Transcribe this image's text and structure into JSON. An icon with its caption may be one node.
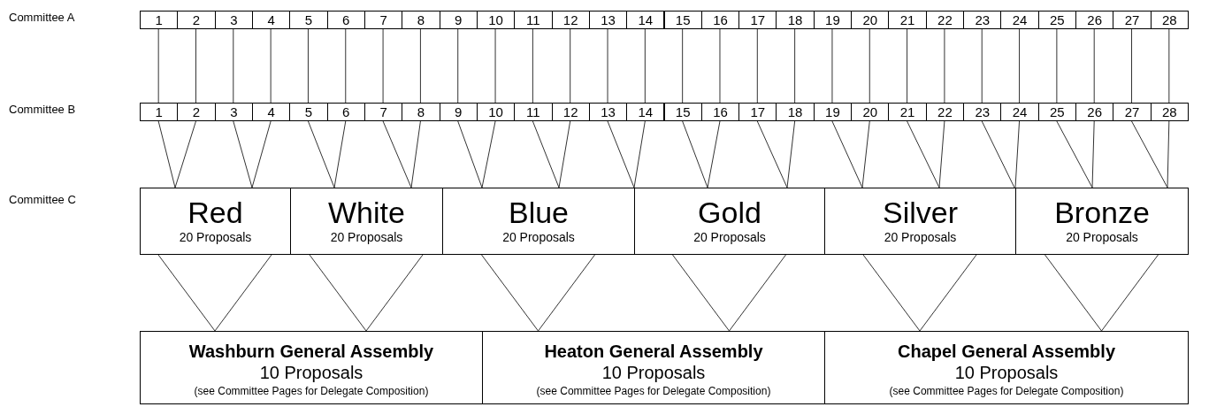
{
  "diagram": {
    "nodes": [
      {
        "text": [
          "1"
        ]
      },
      {
        "text": [
          "2"
        ]
      },
      {
        "text": [
          "3"
        ]
      },
      {
        "text": [
          "4"
        ]
      },
      {
        "text": [
          "5"
        ]
      },
      {
        "text": [
          "6"
        ]
      },
      {
        "text": [
          "7"
        ]
      },
      {
        "text": [
          "8"
        ]
      },
      {
        "text": [
          "9"
        ]
      },
      {
        "text": [
          "10"
        ]
      },
      {
        "text": [
          "11"
        ]
      },
      {
        "text": [
          "12"
        ]
      },
      {
        "text": [
          "13"
        ]
      },
      {
        "text": [
          "14"
        ]
      },
      {
        "text": [
          "15"
        ]
      },
      {
        "text": [
          "16"
        ]
      },
      {
        "text": [
          "17"
        ]
      },
      {
        "text": [
          "18"
        ]
      },
      {
        "text": [
          "19"
        ]
      },
      {
        "text": [
          "20"
        ]
      },
      {
        "text": [
          "21"
        ]
      },
      {
        "text": [
          "22"
        ]
      },
      {
        "text": [
          "23"
        ]
      },
      {
        "text": [
          "24"
        ]
      },
      {
        "text": [
          "25"
        ]
      },
      {
        "text": [
          "26"
        ]
      },
      {
        "text": [
          "27"
        ]
      },
      {
        "text": [
          "28"
        ]
      },
      {
        "text": [
          "1"
        ]
      },
      {
        "text": [
          "2"
        ]
      },
      {
        "text": [
          "3"
        ]
      },
      {
        "text": [
          "4"
        ]
      },
      {
        "text": [
          "5"
        ]
      },
      {
        "text": [
          "6"
        ]
      },
      {
        "text": [
          "7"
        ]
      },
      {
        "text": [
          "8"
        ]
      },
      {
        "text": [
          "9"
        ]
      },
      {
        "text": [
          "10"
        ]
      },
      {
        "text": [
          "11"
        ]
      },
      {
        "text": [
          "12"
        ]
      },
      {
        "text": [
          "13"
        ]
      },
      {
        "text": [
          "14"
        ]
      },
      {
        "text": [
          "15"
        ]
      },
      {
        "text": [
          "16"
        ]
      },
      {
        "text": [
          "17"
        ]
      },
      {
        "text": [
          "18"
        ]
      },
      {
        "text": [
          "19"
        ]
      },
      {
        "text": [
          "20"
        ]
      },
      {
        "text": [
          "21"
        ]
      },
      {
        "text": [
          "22"
        ]
      },
      {
        "text": [
          "23"
        ]
      },
      {
        "text": [
          "24"
        ]
      },
      {
        "text": [
          "25"
        ]
      },
      {
        "text": [
          "26"
        ]
      },
      {
        "text": [
          "27"
        ]
      },
      {
        "text": [
          "28"
        ]
      },
      {
        "text": [
          "Red",
          "20 Proposals"
        ]
      },
      {
        "text": [
          "White",
          "20 Proposals"
        ]
      },
      {
        "text": [
          "Blue",
          "20 Proposals"
        ]
      },
      {
        "text": [
          "Gold",
          "20 Proposals"
        ]
      },
      {
        "text": [
          "Silver",
          "20 Proposals"
        ]
      },
      {
        "text": [
          "Bronze",
          "20 Proposals"
        ]
      },
      {
        "text": [
          "Washburn General Assembly",
          "10 Proposals",
          "(see Committee Pages for Delegate Composition)"
        ]
      },
      {
        "text": [
          "Heaton General Assembly",
          "10 Proposals",
          "(see Committee Pages for Delegate Composition)"
        ]
      },
      {
        "text": [
          "Chapel General Assembly",
          "10 Proposals",
          "(see Committee Pages for Delegate Composition)"
        ]
      }
    ],
    "edges": [
      {
        "from": 0,
        "to": 28,
        "arrow": "none"
      },
      {
        "from": 1,
        "to": 29,
        "arrow": "none"
      },
      {
        "from": 2,
        "to": 30,
        "arrow": "none"
      },
      {
        "from": 3,
        "to": 31,
        "arrow": "none"
      },
      {
        "from": 4,
        "to": 32,
        "arrow": "none"
      },
      {
        "from": 5,
        "to": 33,
        "arrow": "none"
      },
      {
        "from": 6,
        "to": 34,
        "arrow": "none"
      },
      {
        "from": 7,
        "to": 35,
        "arrow": "none"
      },
      {
        "from": 8,
        "to": 36,
        "arrow": "none"
      },
      {
        "from": 9,
        "to": 37,
        "arrow": "none"
      },
      {
        "from": 10,
        "to": 38,
        "arrow": "none"
      },
      {
        "from": 11,
        "to": 39,
        "arrow": "none"
      },
      {
        "from": 12,
        "to": 40,
        "arrow": "none"
      },
      {
        "from": 13,
        "to": 41,
        "arrow": "none"
      },
      {
        "from": 14,
        "to": 42,
        "arrow": "none"
      },
      {
        "from": 15,
        "to": 43,
        "arrow": "none"
      },
      {
        "from": 16,
        "to": 44,
        "arrow": "none"
      },
      {
        "from": 17,
        "to": 45,
        "arrow": "none"
      },
      {
        "from": 18,
        "to": 46,
        "arrow": "none"
      },
      {
        "from": 19,
        "to": 47,
        "arrow": "none"
      },
      {
        "from": 20,
        "to": 48,
        "arrow": "none"
      },
      {
        "from": 21,
        "to": 49,
        "arrow": "none"
      },
      {
        "from": 22,
        "to": 50,
        "arrow": "none"
      },
      {
        "from": 23,
        "to": 51,
        "arrow": "none"
      },
      {
        "from": 24,
        "to": 52,
        "arrow": "none"
      },
      {
        "from": 25,
        "to": 53,
        "arrow": "none"
      },
      {
        "from": 26,
        "to": 54,
        "arrow": "none"
      },
      {
        "from": 27,
        "to": 55,
        "arrow": "none"
      },
      {
        "from": 28,
        "to": 56,
        "arrow": "none"
      },
      {
        "from": 29,
        "to": 56,
        "arrow": "none"
      },
      {
        "from": 30,
        "to": 56,
        "arrow": "none"
      },
      {
        "from": 31,
        "to": 56,
        "arrow": "none"
      },
      {
        "from": 32,
        "to": 57,
        "arrow": "none"
      },
      {
        "from": 33,
        "to": 57,
        "arrow": "none"
      },
      {
        "from": 34,
        "to": 57,
        "arrow": "none"
      },
      {
        "from": 35,
        "to": 57,
        "arrow": "none"
      },
      {
        "from": 36,
        "to": 58,
        "arrow": "none"
      },
      {
        "from": 37,
        "to": 58,
        "arrow": "none"
      },
      {
        "from": 38,
        "to": 58,
        "arrow": "none"
      },
      {
        "from": 39,
        "to": 58,
        "arrow": "none"
      },
      {
        "from": 40,
        "to": 58,
        "arrow": "none"
      },
      {
        "from": 41,
        "to": 59,
        "arrow": "none"
      },
      {
        "from": 42,
        "to": 59,
        "arrow": "none"
      },
      {
        "from": 43,
        "to": 59,
        "arrow": "none"
      },
      {
        "from": 44,
        "to": 59,
        "arrow": "none"
      },
      {
        "from": 45,
        "to": 59,
        "arrow": "none"
      },
      {
        "from": 46,
        "to": 60,
        "arrow": "none"
      },
      {
        "from": 47,
        "to": 60,
        "arrow": "none"
      },
      {
        "from": 48,
        "to": 60,
        "arrow": "none"
      },
      {
        "from": 49,
        "to": 60,
        "arrow": "none"
      },
      {
        "from": 50,
        "to": 60,
        "arrow": "none"
      },
      {
        "from": 51,
        "to": 61,
        "arrow": "none"
      },
      {
        "from": 52,
        "to": 61,
        "arrow": "none"
      },
      {
        "from": 53,
        "to": 61,
        "arrow": "none"
      },
      {
        "from": 54,
        "to": 61,
        "arrow": "none"
      },
      {
        "from": 55,
        "to": 61,
        "arrow": "none"
      },
      {
        "from": 56,
        "to": 62,
        "arrow": "none"
      },
      {
        "from": 57,
        "to": 62,
        "arrow": "none"
      },
      {
        "from": 58,
        "to": 63,
        "arrow": "none"
      },
      {
        "from": 59,
        "to": 63,
        "arrow": "none"
      },
      {
        "from": 60,
        "to": 64,
        "arrow": "none"
      },
      {
        "from": 61,
        "to": 64,
        "arrow": "none"
      }
    ],
    "labels": [
      "Committee A",
      "Committee B",
      "Committee C"
    ]
  }
}
